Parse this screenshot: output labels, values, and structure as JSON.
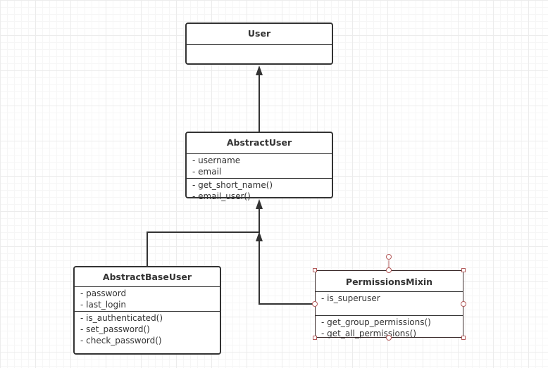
{
  "classes": {
    "user": {
      "name": "User",
      "attributes": [],
      "methods": []
    },
    "abstract_user": {
      "name": "AbstractUser",
      "attributes": [
        "- username",
        "- email"
      ],
      "methods": [
        "- get_short_name()",
        "- email_user()"
      ]
    },
    "abstract_base_user": {
      "name": "AbstractBaseUser",
      "attributes": [
        "- password",
        "- last_login"
      ],
      "methods": [
        "- is_authenticated()",
        "- set_password()",
        "- check_password()"
      ]
    },
    "permissions_mixin": {
      "name": "PermissionsMixin",
      "attributes": [
        "- is_superuser"
      ],
      "methods": [
        "- get_group_permissions()",
        "- get_all_permissions()"
      ]
    }
  },
  "relations": [
    {
      "from": "AbstractUser",
      "to": "User",
      "type": "generalization"
    },
    {
      "from": "AbstractBaseUser",
      "to": "AbstractUser",
      "type": "generalization"
    },
    {
      "from": "PermissionsMixin",
      "to": "AbstractUser",
      "type": "generalization"
    }
  ],
  "colors": {
    "stroke": "#333333",
    "selection_handle": "#b25a5a",
    "grid": "#ececec"
  }
}
